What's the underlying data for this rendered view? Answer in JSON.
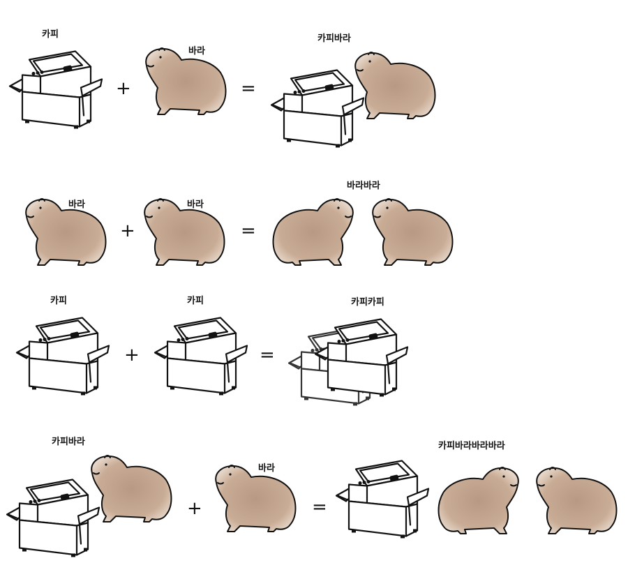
{
  "rows": [
    {
      "labels": [
        "카피",
        "바라",
        "카피바라"
      ],
      "ops": [
        "+",
        "="
      ]
    },
    {
      "labels": [
        "바라",
        "바라",
        "바라바라"
      ],
      "ops": [
        "+",
        "="
      ]
    },
    {
      "labels": [
        "카피",
        "카피",
        "카피카피"
      ],
      "ops": [
        "+",
        "="
      ]
    },
    {
      "labels": [
        "카피바라",
        "바라",
        "카피바라바라바라"
      ],
      "ops": [
        "+",
        "="
      ]
    }
  ],
  "colors": {
    "capybara": "#c9ac95",
    "capybara_dark": "#b39079",
    "outline": "#111111"
  },
  "icons": {
    "copier": "photocopier-icon",
    "capybara": "capybara-icon"
  }
}
